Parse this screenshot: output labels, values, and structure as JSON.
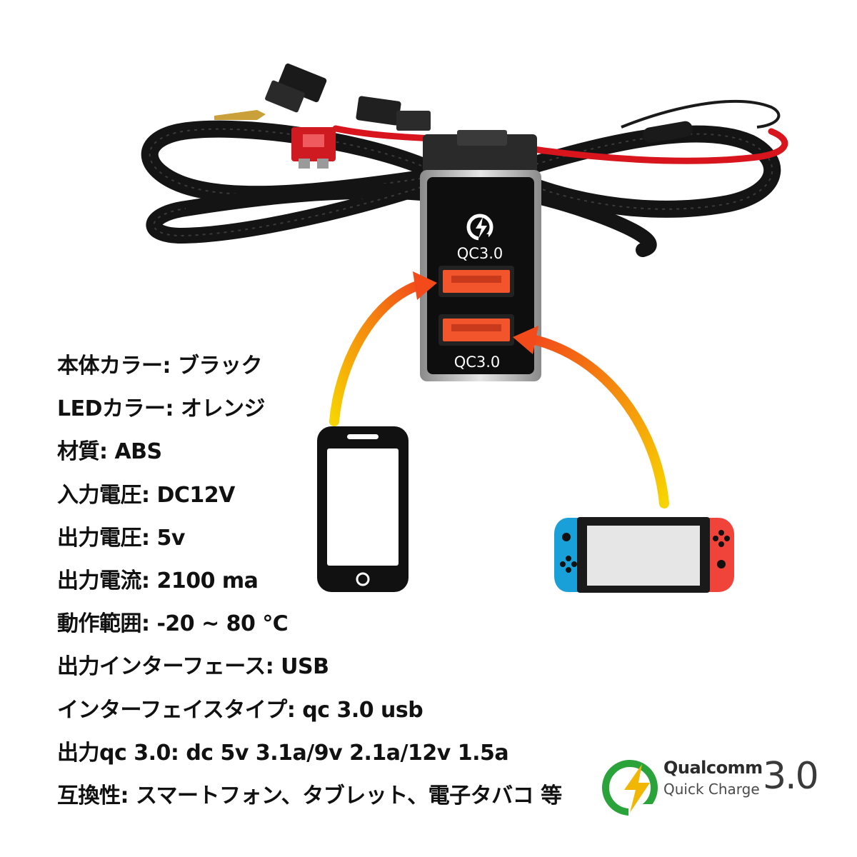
{
  "module": {
    "label_top": "QC3.0",
    "label_bottom": "QC3.0"
  },
  "specs": [
    {
      "label": "本体カラー",
      "value": "ブラック"
    },
    {
      "label": "LEDカラー",
      "value": "オレンジ"
    },
    {
      "label": "材質",
      "value": "ABS"
    },
    {
      "label": "入力電圧",
      "value": "DC12V"
    },
    {
      "label": "出力電圧",
      "value": "5v"
    },
    {
      "label": "出力電流",
      "value": "2100 ma"
    },
    {
      "label": "動作範囲",
      "value": "-20 ~ 80 ℃"
    },
    {
      "label": "出力インターフェース",
      "value": "USB"
    },
    {
      "label": "インターフェイスタイプ",
      "value": "qc 3.0 usb"
    },
    {
      "label": "出力qc 3.0",
      "value": "dc 5v 3.1a/9v 2.1a/12v 1.5a"
    },
    {
      "label": "互換性",
      "value": "スマートフォン、タブレット、電子タバコ 等"
    }
  ],
  "logo": {
    "brand": "Qualcomm",
    "product": "Quick Charge",
    "version": "3.0"
  },
  "colors": {
    "braid": "#141414",
    "wire_red": "#d8141c",
    "usb_orange": "#f2552c",
    "arrow_start": "#f7d400",
    "arrow_end": "#f24a1a",
    "joycon_blue": "#1aa0d8",
    "joycon_red": "#f0433a",
    "logo_green": "#2aa33a"
  },
  "icons": {
    "phone": "smartphone-icon",
    "console": "handheld-console-icon",
    "qc": "quick-charge-icon"
  }
}
